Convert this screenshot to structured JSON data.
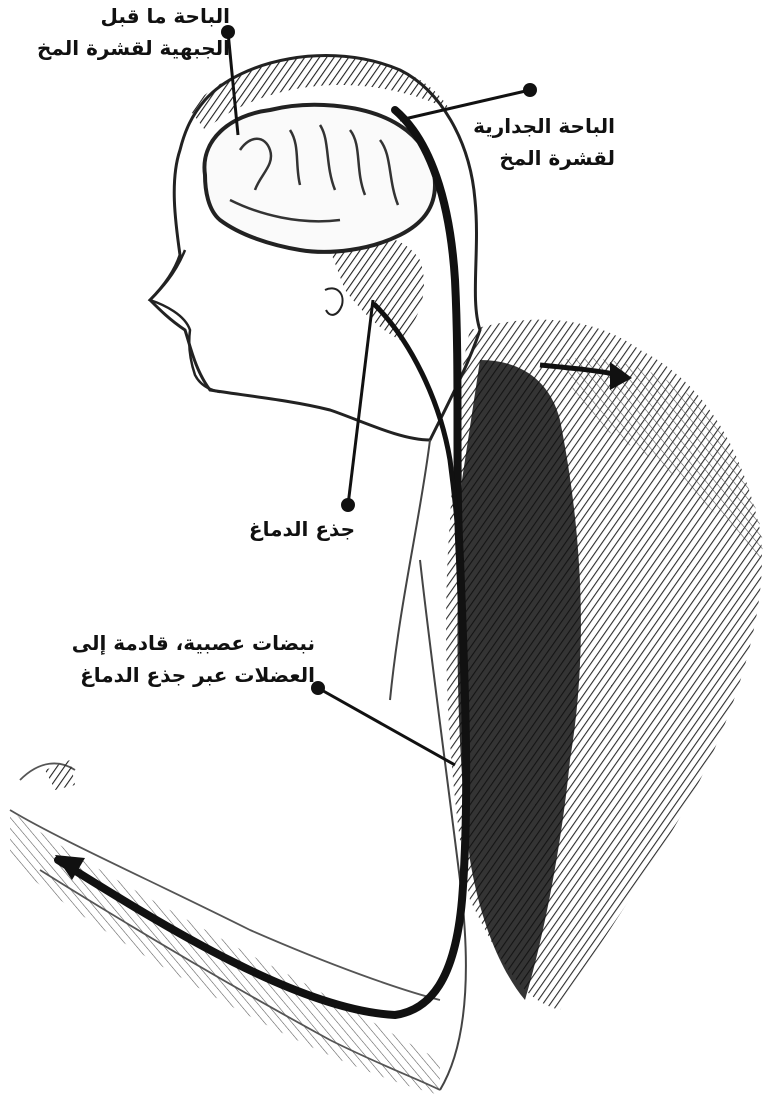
{
  "labels": {
    "premotor_area": {
      "line1": "الباحة ما قبل",
      "line2": "الجبهية لقشرة المخ"
    },
    "parietal_area": {
      "line1": "الباحة الجدارية",
      "line2": "لقشرة المخ"
    },
    "brainstem": {
      "line1": "جذع الدماغ"
    },
    "nerve_impulses": {
      "line1": "نبضات عصبية، قادمة إلى",
      "line2": "العضلات عبر جذع الدماغ"
    }
  },
  "colors": {
    "ink": "#111111",
    "shade": "#2a2a2a",
    "paper": "#ffffff",
    "light_shade": "#bdbdbd"
  }
}
